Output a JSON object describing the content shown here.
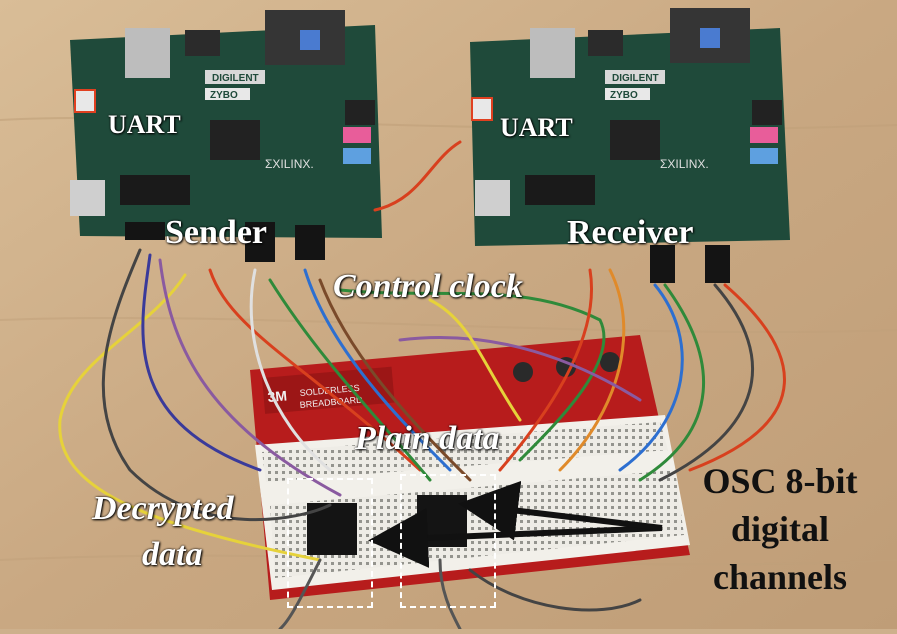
{
  "photo": {
    "boards": [
      {
        "id": "sender",
        "brand": "DIGILENT",
        "model": "ZYBO",
        "maker": "XILINX"
      },
      {
        "id": "receiver",
        "brand": "DIGILENT",
        "model": "ZYBO",
        "maker": "XILINX"
      }
    ],
    "breadboard_brand": "SOLDERLESS BREADBOARD"
  },
  "labels": {
    "uart_left": "UART",
    "uart_right": "UART",
    "sender": "Sender",
    "receiver": "Receiver",
    "control_clock": "Control clock",
    "plain_data": "Plain data",
    "decrypted_data_line1": "Decrypted",
    "decrypted_data_line2": "data",
    "osc_line1": "OSC 8-bit",
    "osc_line2": "digital",
    "osc_line3": "channels"
  },
  "colors": {
    "table": "#cdb08c",
    "pcb": "#1f4a3a",
    "breadboard_base": "#b71c1c",
    "breadboard_face": "#f2f0ea",
    "label_text": "#ffffff",
    "callout_text": "#111111"
  }
}
